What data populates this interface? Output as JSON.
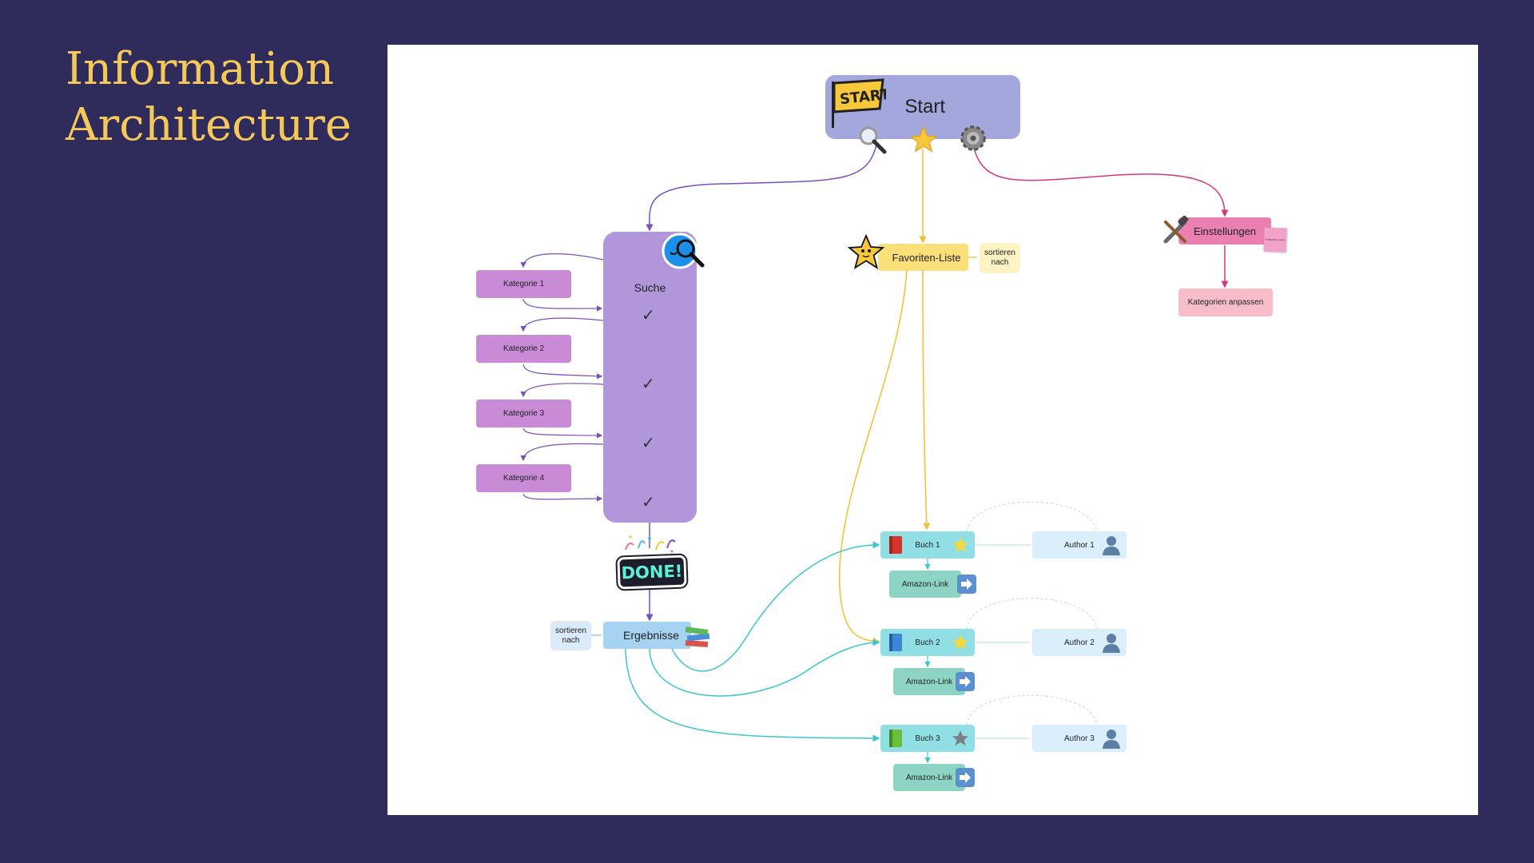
{
  "slide": {
    "title_line1": "Information",
    "title_line2": "Architecture"
  },
  "colors": {
    "background": "#2f2b5a",
    "title": "#f5c85b",
    "search_branch": "#b196d9",
    "favorites_branch": "#fbe07a",
    "settings_branch": "#ea7fb2",
    "results_branch": "#90dfe4"
  },
  "diagram": {
    "start": {
      "label": "Start",
      "sticker_text": "START",
      "icons": [
        "start-flag-icon",
        "magnifier-icon",
        "star-icon",
        "gear-icon"
      ]
    },
    "search": {
      "label": "Suche",
      "categories": [
        "Kategorie 1",
        "Kategorie 2",
        "Kategorie 3",
        "Kategorie 4"
      ],
      "done_label": "DONE!"
    },
    "favorites": {
      "label": "Favoriten-Liste",
      "sort_label": "sortieren nach"
    },
    "settings": {
      "label": "Einstellungen",
      "sticky_note": "Farbpalette wählen",
      "child": "Kategorien anpassen"
    },
    "results": {
      "label": "Ergebnisse",
      "sort_label": "sortieren nach"
    },
    "books": [
      {
        "title": "Buch 1",
        "favorite": true,
        "link": "Amazon-Link",
        "author": "Author 1"
      },
      {
        "title": "Buch 2",
        "favorite": true,
        "link": "Amazon-Link",
        "author": "Author 2"
      },
      {
        "title": "Buch 3",
        "favorite": false,
        "link": "Amazon-Link",
        "author": "Author 3"
      }
    ]
  }
}
